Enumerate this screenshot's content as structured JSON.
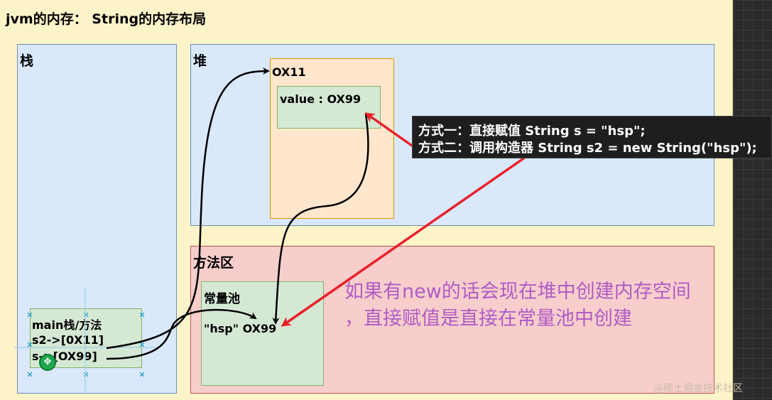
{
  "title": "jvm的内存： String的内存布局",
  "regions": {
    "stack": "栈",
    "heap": "堆",
    "method_area": "方法区",
    "constant_pool": "常量池"
  },
  "heap_object": {
    "address": "OX11",
    "field": "value : OX99"
  },
  "constant_pool_entry": "\"hsp\" OX99",
  "main_frame": {
    "label": "main栈/方法",
    "var1": "s2->[0X11]",
    "var2": "s->[OX99]"
  },
  "tooltip": {
    "line1": "方式一：直接赋值 String s = \"hsp\";",
    "line2": "方式二：调用构造器 String s2 = new String(\"hsp\");"
  },
  "note": {
    "line1": "如果有new的话会现在堆中创建内存空间",
    "line2": "，直接赋值是直接在常量池中创建"
  },
  "watermark": "@稀土掘金技术社区",
  "colors": {
    "stack_fill": "#dae8fc",
    "method_fill": "#f8cecc",
    "object_fill": "#ffe6cc",
    "green_fill": "#d5e8d4",
    "arrow_red": "#e8212b",
    "note_purple": "#b05bc4",
    "canvas_bg": "#fdf3c9"
  },
  "icons": [
    "move-cursor-icon"
  ]
}
